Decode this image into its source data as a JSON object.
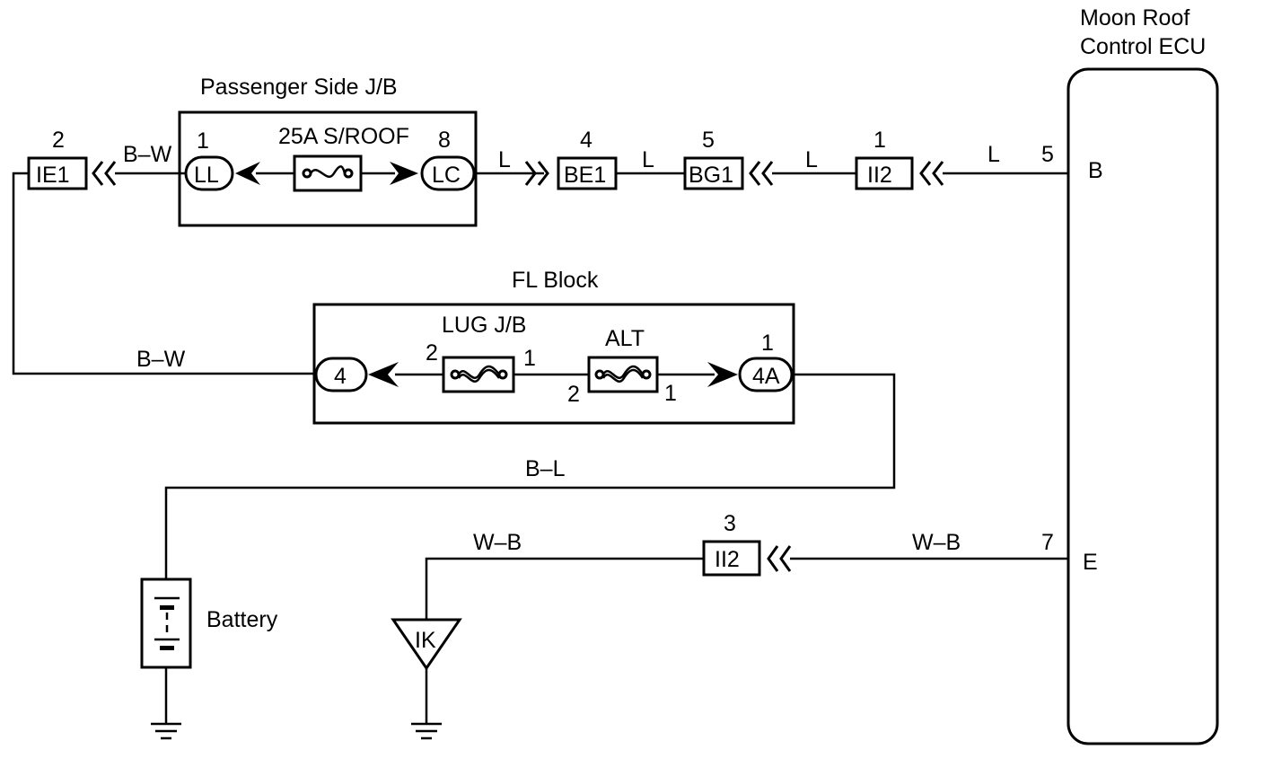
{
  "labels": {
    "ecu_title_line1": "Moon Roof",
    "ecu_title_line2": "Control ECU",
    "passenger_jb": "Passenger Side J/B",
    "fl_block": "FL Block",
    "lug_jb": "LUG J/B",
    "alt": "ALT",
    "fuse_sroof": "25A S/ROOF",
    "battery": "Battery"
  },
  "connectors": {
    "ie1": {
      "code": "IE1",
      "pin": "2"
    },
    "ll": {
      "code": "LL",
      "pin": "1"
    },
    "lc": {
      "code": "LC",
      "pin": "8"
    },
    "be1": {
      "code": "BE1",
      "pin": "4"
    },
    "bg1": {
      "code": "BG1",
      "pin": "5"
    },
    "ii2_top": {
      "code": "II2",
      "pin": "1"
    },
    "ii2_bottom": {
      "code": "II2",
      "pin": "3"
    },
    "fl4": {
      "code": "4"
    },
    "fl4a": {
      "code": "4A",
      "pin": "1"
    },
    "ik": {
      "code": "IK"
    }
  },
  "fuse_pins": {
    "lug_left": "2",
    "lug_right": "1",
    "alt_left": "2",
    "alt_right": "1"
  },
  "ecu_terminals": {
    "b": {
      "name": "B",
      "pin": "5"
    },
    "e": {
      "name": "E",
      "pin": "7"
    }
  },
  "wire_colors": {
    "ie1_ll": "B–W",
    "lc_be1": "L",
    "be1_bg1": "L",
    "bg1_ii2": "L",
    "ii2_ecu": "L",
    "fl_left": "B–W",
    "battery": "B–L",
    "ik": "W–B",
    "ii2_ecu_e": "W–B"
  }
}
